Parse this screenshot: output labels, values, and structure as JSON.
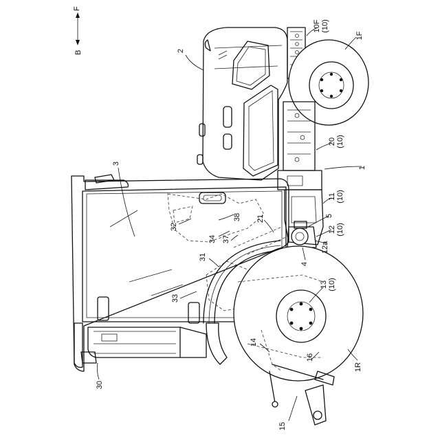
{
  "axis": {
    "back": "B",
    "front": "F"
  },
  "labels": {
    "l1": "1",
    "l1F": "1F",
    "l1R": "1R",
    "l2": "2",
    "l3": "3",
    "l4": "4",
    "l5": "5",
    "l10F": "10F",
    "l10F_sub": "(10)",
    "l11": "11",
    "l11_sub": "(10)",
    "l12": "12",
    "l12_sub": "(10)",
    "l12a": "12a",
    "l13": "13",
    "l13_sub": "(10)",
    "l14": "14",
    "l15": "15",
    "l16": "16",
    "l20": "20",
    "l20_sub": "(10)",
    "l21": "21",
    "l30": "30",
    "l31": "31",
    "l32": "32",
    "l33": "33",
    "l34": "34",
    "l37": "37",
    "l38": "38"
  }
}
